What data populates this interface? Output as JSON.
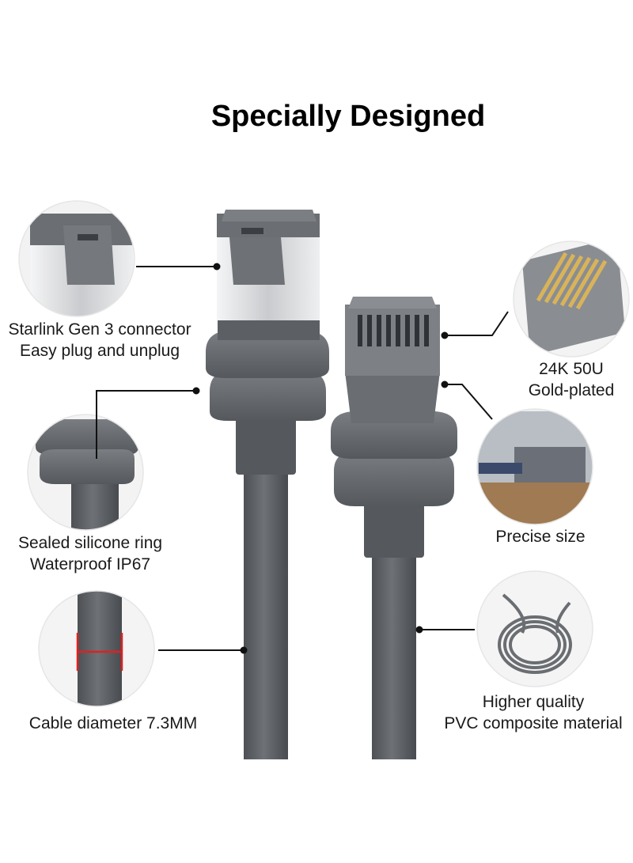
{
  "title": "Specially Designed",
  "features": [
    {
      "line1": "Starlink Gen 3 connector",
      "line2": "Easy plug and unplug",
      "icon": "connector-clip-detail"
    },
    {
      "line1": "Sealed silicone ring",
      "line2": "Waterproof IP67",
      "icon": "silicone-ring-detail"
    },
    {
      "line1": "Cable diameter 7.3MM",
      "line2": "",
      "icon": "cable-diameter-detail"
    },
    {
      "line1": "24K 50U",
      "line2": "Gold-plated",
      "icon": "gold-pins-detail"
    },
    {
      "line1": "Precise size",
      "line2": "",
      "icon": "precise-fit-detail"
    },
    {
      "line1": "Higher quality",
      "line2": "PVC composite material",
      "icon": "coiled-cable-detail"
    }
  ],
  "colors": {
    "cable": "#5f6266",
    "cable_dark": "#4a4d51",
    "connector": "#6b6e72",
    "metal": "#d8dadc",
    "gold": "#d9b35a",
    "accent_red": "#e02020",
    "leader_line": "#111111"
  }
}
